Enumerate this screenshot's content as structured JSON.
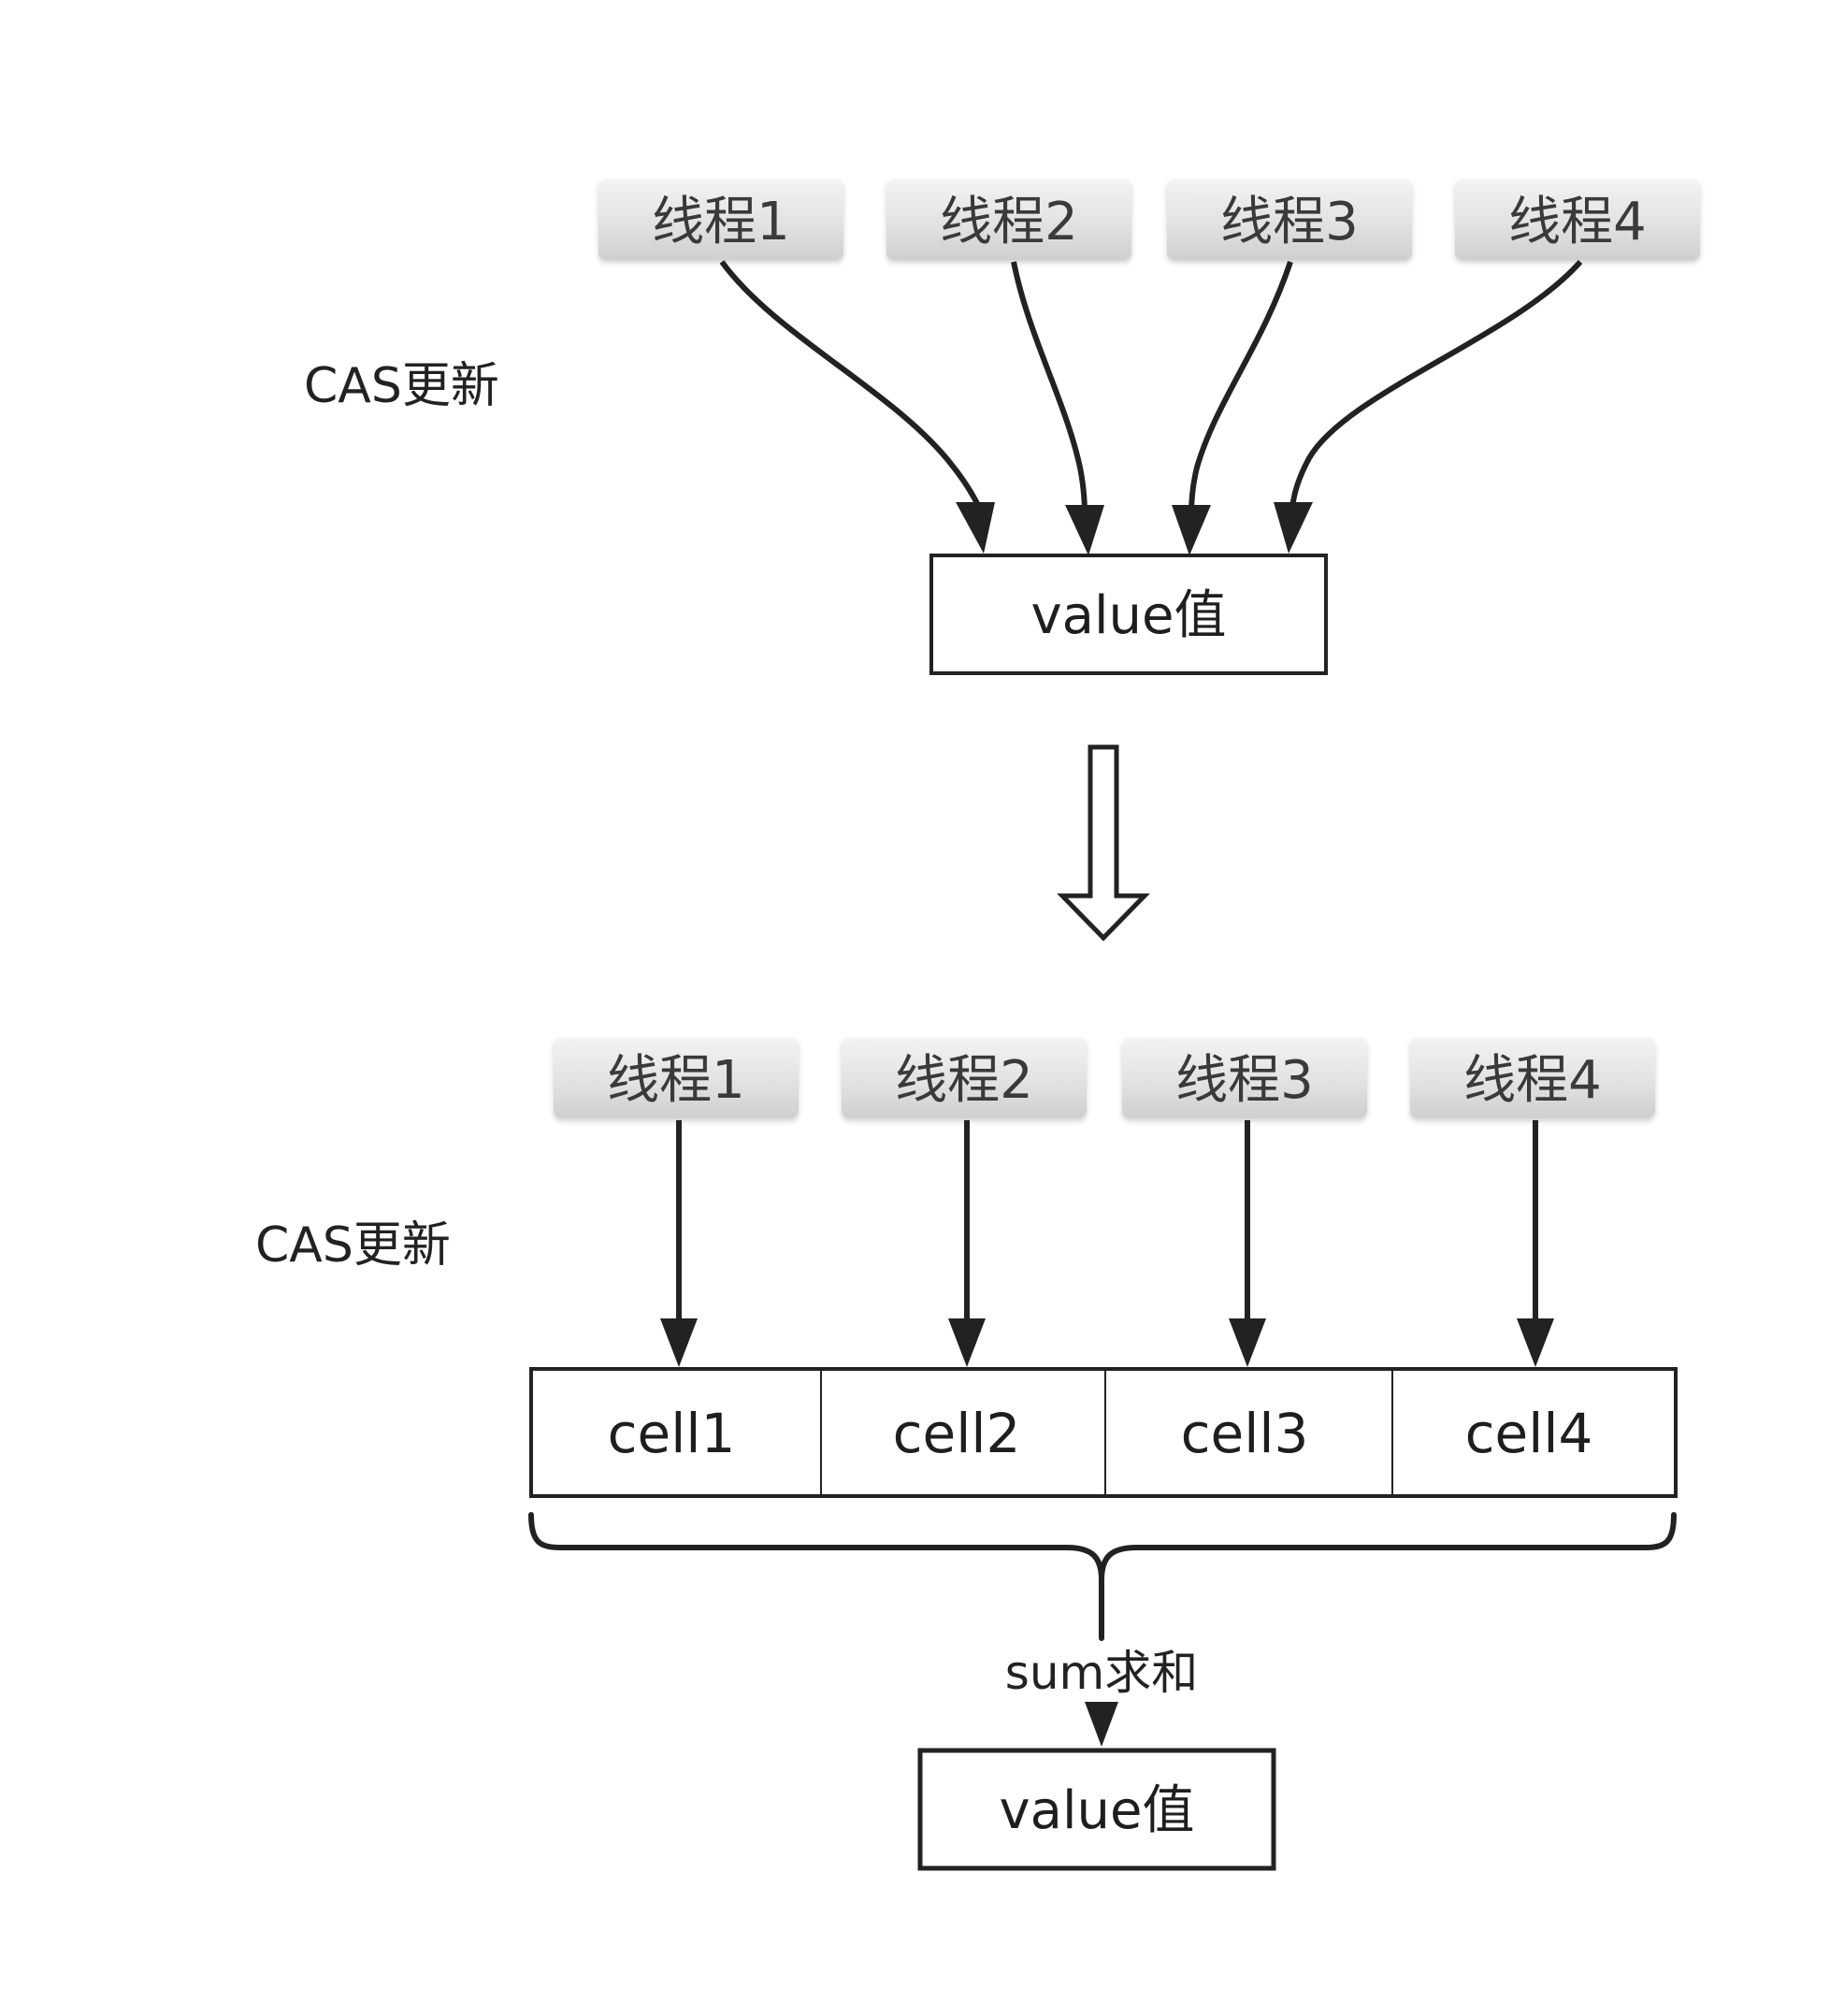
{
  "top": {
    "threads": [
      "线程1",
      "线程2",
      "线程3",
      "线程4"
    ],
    "cas_label": "CAS更新",
    "value_label": "value值"
  },
  "bottom": {
    "threads": [
      "线程1",
      "线程2",
      "线程3",
      "线程4"
    ],
    "cas_label": "CAS更新",
    "cells": [
      "cell1",
      "cell2",
      "cell3",
      "cell4"
    ],
    "sum_label": "sum求和",
    "value_label": "value值"
  }
}
